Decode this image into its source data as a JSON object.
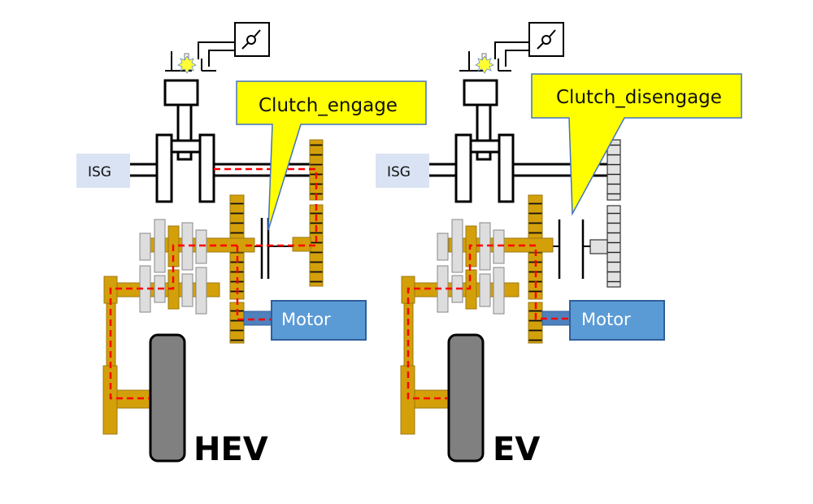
{
  "diagram": {
    "title": "Hybrid powertrain operating modes",
    "colors": {
      "gear_active": "#D4A00A",
      "gear_active_stroke": "#9C7A10",
      "gear_idle": "#DDDDDD",
      "gear_idle_stroke": "#888888",
      "power_flow": "#FF0000",
      "motor_fill": "#5B9BD5",
      "motor_stroke": "#2E5F9A",
      "isg_fill": "#DAE3F3",
      "callout_fill": "#FFFF00",
      "callout_stroke": "#4472C4",
      "wheel_fill": "#808080",
      "spark": "#FFFF33"
    },
    "panels": [
      {
        "id": "hev",
        "mode_label": "HEV",
        "callout_label": "Clutch_engage",
        "clutch_state": "engaged",
        "isg_label": "ISG",
        "motor_label": "Motor",
        "engine_path_active": true
      },
      {
        "id": "ev",
        "mode_label": "EV",
        "callout_label": "Clutch_disengage",
        "clutch_state": "disengaged",
        "isg_label": "ISG",
        "motor_label": "Motor",
        "engine_path_active": false
      }
    ]
  }
}
